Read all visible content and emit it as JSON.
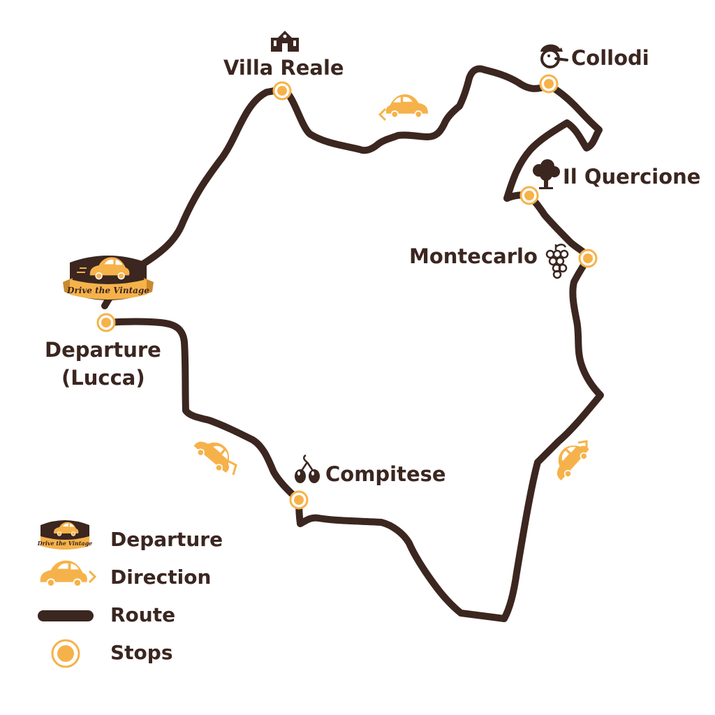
{
  "colors": {
    "route": "#3b2620",
    "accent": "#f6b24a",
    "accent_dark": "#e89a2c",
    "badge_bg": "#3b2620",
    "text": "#3b2620"
  },
  "badge": {
    "text": "Drive the Vintage"
  },
  "stops": [
    {
      "name": "Villa Reale",
      "icon": "villa-icon"
    },
    {
      "name": "Collodi",
      "icon": "pinocchio-icon"
    },
    {
      "name": "Il Quercione",
      "icon": "oak-tree-icon"
    },
    {
      "name": "Montecarlo",
      "icon": "grapes-icon"
    },
    {
      "name": "Compitese",
      "icon": "olives-icon"
    }
  ],
  "departure": {
    "line1": "Departure",
    "line2": "(Lucca)"
  },
  "legend": {
    "departure": "Departure",
    "direction": "Direction",
    "route": "Route",
    "stops": "Stops"
  }
}
